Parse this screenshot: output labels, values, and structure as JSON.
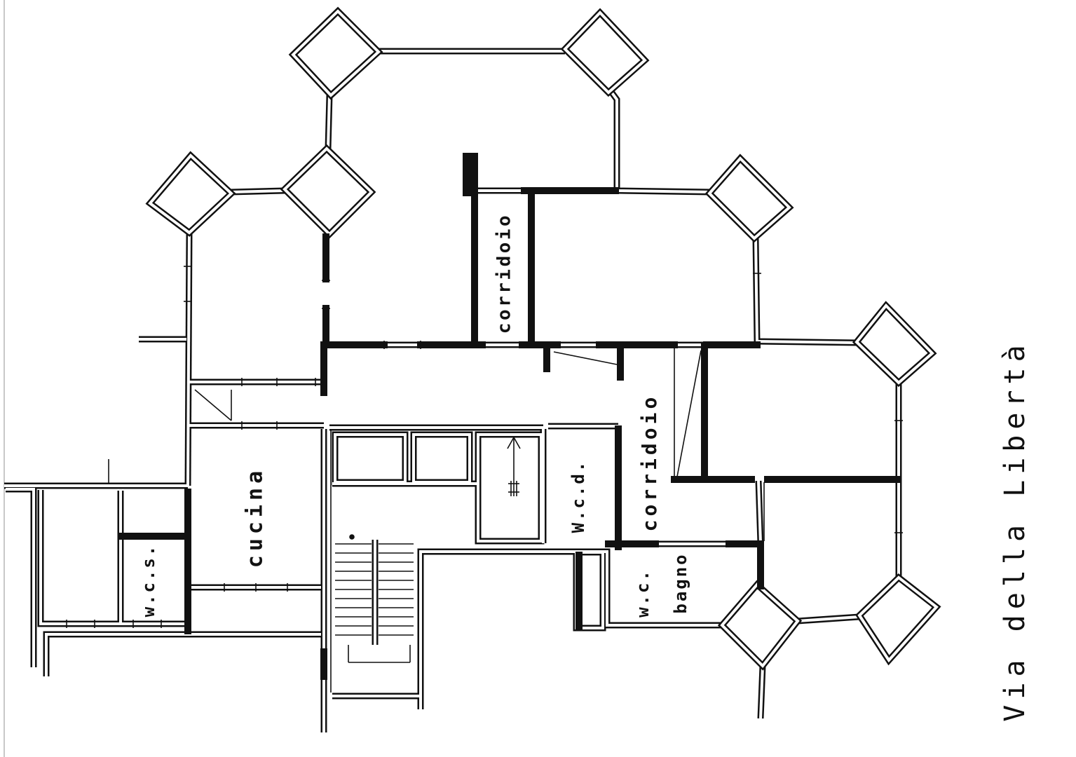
{
  "colors": {
    "ink": "#111111",
    "paper": "#ffffff"
  },
  "rooms": {
    "corridor_north": "corridoio",
    "kitchen": "cucina",
    "wc_service": "w.c.s.",
    "wc_d": "W.c.d.",
    "corridor_east": "corridoio",
    "wc": "w.c.",
    "bathroom": "bagno"
  },
  "street": {
    "name": "Via della Libertà"
  }
}
